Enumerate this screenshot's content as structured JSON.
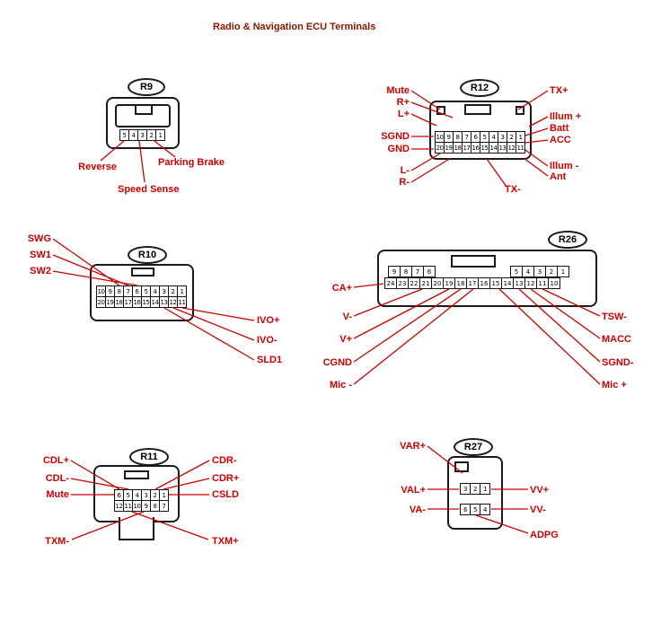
{
  "title": "Radio & Navigation ECU Terminals",
  "colors": {
    "label": "#cc0000",
    "title": "#8b1500",
    "line": "#cc0000",
    "outline": "#1a1a1a"
  },
  "connectors": {
    "r9": {
      "name": "R9",
      "pins": {
        "row1": [
          "5",
          "4",
          "3",
          "2",
          "1"
        ]
      },
      "labels": {
        "reverse": "Reverse",
        "parking_brake": "Parking Brake",
        "speed_sense": "Speed Sense"
      }
    },
    "r12": {
      "name": "R12",
      "pins": {
        "row1": [
          "10",
          "9",
          "8",
          "7",
          "6",
          "5",
          "4",
          "3",
          "2",
          "1"
        ],
        "row2": [
          "20",
          "19",
          "18",
          "17",
          "16",
          "15",
          "14",
          "13",
          "12",
          "11"
        ]
      },
      "labels": {
        "mute": "Mute",
        "r_plus": "R+",
        "l_plus": "L+",
        "sgnd": "SGND",
        "gnd": "GND",
        "l_minus": "L-",
        "r_minus": "R-",
        "tx_minus": "TX-",
        "tx_plus": "TX+",
        "illum_plus": "Illum +",
        "batt": "Batt",
        "acc": "ACC",
        "illum_minus": "Illum -",
        "ant": "Ant"
      }
    },
    "r10": {
      "name": "R10",
      "pins": {
        "row1": [
          "10",
          "9",
          "8",
          "7",
          "6",
          "5",
          "4",
          "3",
          "2",
          "1"
        ],
        "row2": [
          "20",
          "19",
          "18",
          "17",
          "16",
          "15",
          "14",
          "13",
          "12",
          "11"
        ]
      },
      "labels": {
        "swg": "SWG",
        "sw1": "SW1",
        "sw2": "SW2",
        "ivo_plus": "IVO+",
        "ivo_minus": "IVO-",
        "sld1": "SLD1"
      }
    },
    "r26": {
      "name": "R26",
      "pins": {
        "top_left": [
          "9",
          "8",
          "7",
          "6"
        ],
        "top_right": [
          "5",
          "4",
          "3",
          "2",
          "1"
        ],
        "bottom": [
          "24",
          "23",
          "22",
          "21",
          "20",
          "19",
          "18",
          "17",
          "16",
          "15",
          "14",
          "13",
          "12",
          "11",
          "10"
        ]
      },
      "labels": {
        "ca_plus": "CA+",
        "v_minus": "V-",
        "v_plus": "V+",
        "cgnd": "CGND",
        "mic_minus": "Mic -",
        "tsw_minus": "TSW-",
        "macc": "MACC",
        "sgnd_minus": "SGND-",
        "mic_plus": "Mic +"
      }
    },
    "r11": {
      "name": "R11",
      "pins": {
        "row1": [
          "6",
          "5",
          "4",
          "3",
          "2",
          "1"
        ],
        "row2": [
          "12",
          "11",
          "10",
          "9",
          "8",
          "7"
        ]
      },
      "labels": {
        "cdl_plus": "CDL+",
        "cdl_minus": "CDL-",
        "mute": "Mute",
        "txm_minus": "TXM-",
        "cdr_minus": "CDR-",
        "cdr_plus": "CDR+",
        "csld": "CSLD",
        "txm_plus": "TXM+"
      }
    },
    "r27": {
      "name": "R27",
      "pins": {
        "row1": [
          "3",
          "2",
          "1"
        ],
        "row2": [
          "6",
          "5",
          "4"
        ]
      },
      "labels": {
        "var_plus": "VAR+",
        "val_plus": "VAL+",
        "va_minus": "VA-",
        "vv_plus": "VV+",
        "vv_minus": "VV-",
        "adpg": "ADPG"
      }
    }
  }
}
